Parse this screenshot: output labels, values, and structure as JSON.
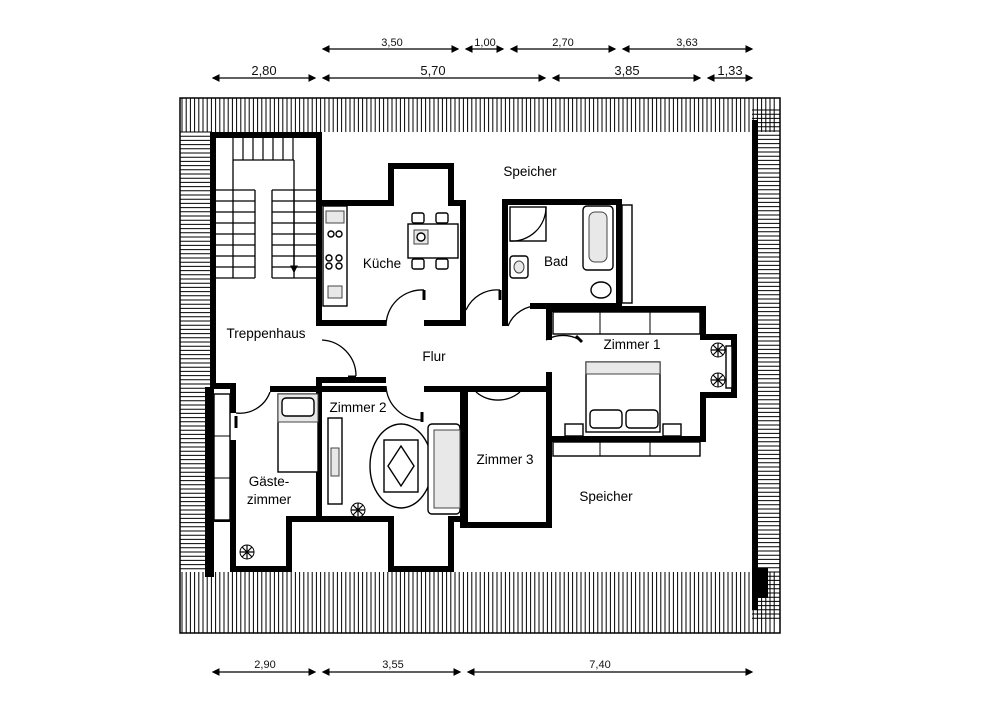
{
  "dimensions": {
    "top_row1": [
      "3,50",
      "1,00",
      "2,70",
      "3,63"
    ],
    "top_row2": [
      "2,80",
      "5,70",
      "3,85",
      "1,33"
    ],
    "bottom_row": [
      "2,90",
      "3,55",
      "7,40"
    ]
  },
  "rooms": {
    "speicher_top": "Speicher",
    "kueche": "Küche",
    "bad": "Bad",
    "treppenhaus": "Treppenhaus",
    "flur": "Flur",
    "zimmer1": "Zimmer 1",
    "zimmer2": "Zimmer 2",
    "zimmer3": "Zimmer 3",
    "gaeste_line1": "Gäste-",
    "gaeste_line2": "zimmer",
    "speicher_bottom": "Speicher"
  },
  "colors": {
    "walls": "#000000",
    "background": "#ffffff",
    "roof": "#000000"
  },
  "icons": [
    "plant-icon",
    "stair-arrow-icon",
    "door-swing-icon"
  ]
}
